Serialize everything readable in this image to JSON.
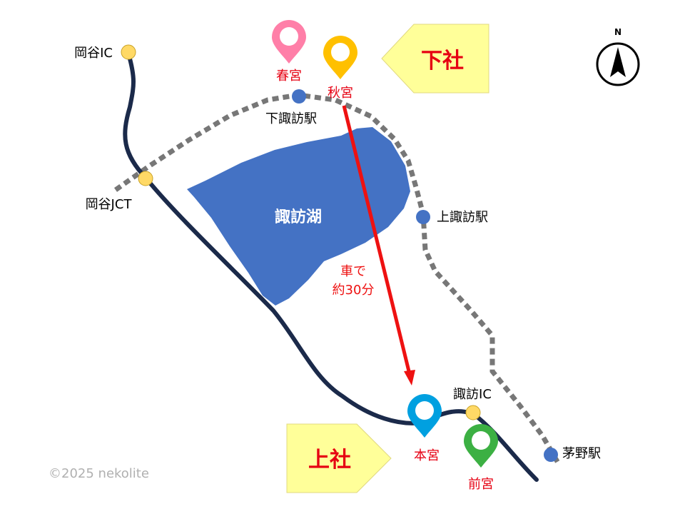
{
  "lake": {
    "label": "諏訪湖",
    "color": "#4472c4"
  },
  "highway": {
    "color": "#1b2a4a"
  },
  "railway": {
    "color": "#777777"
  },
  "route": {
    "color": "#ee1111",
    "label_line1": "車で",
    "label_line2": "約30分"
  },
  "interchanges": {
    "okaya_ic": "岡谷IC",
    "okaya_jct": "岡谷JCT",
    "suwa_ic": "諏訪IC",
    "color": "#ffd966"
  },
  "stations": {
    "shimosuwa": "下諏訪駅",
    "kamisuwa": "上諏訪駅",
    "chino": "茅野駅",
    "color": "#4472c4"
  },
  "shrines": {
    "harumiya": {
      "label": "春宮",
      "color": "#ff7fa8"
    },
    "akimiya": {
      "label": "秋宮",
      "color": "#ffc000"
    },
    "honmiya": {
      "label": "本宮",
      "color": "#00a0e0"
    },
    "maemiya": {
      "label": "前宮",
      "color": "#3cb043"
    }
  },
  "callouts": {
    "shimosha": {
      "label": "下社",
      "fill": "#ffff99",
      "text_color": "#e60012"
    },
    "kamisha": {
      "label": "上社",
      "fill": "#ffff99",
      "text_color": "#e60012"
    }
  },
  "compass": {
    "label": "N"
  },
  "copyright": "©2025 nekolite"
}
